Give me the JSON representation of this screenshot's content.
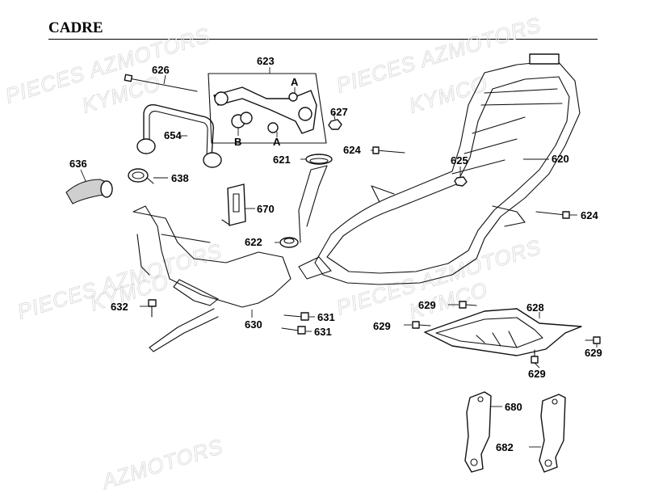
{
  "title": "CADRE",
  "watermarks": [
    "PIECES AZMOTORS",
    "KYMCO",
    "PIECES AZMOTORS",
    "KYMCO",
    "PIECES AZMOTORS",
    "KYMCO",
    "PIECES AZMOTORS",
    "KYMCO",
    "AZMOTORS"
  ],
  "labels": {
    "l626": "626",
    "l623": "623",
    "l627": "627",
    "l654": "654",
    "l636": "636",
    "l638": "638",
    "l621": "621",
    "l624a": "624",
    "l625": "625",
    "l620": "620",
    "l624b": "624",
    "l670": "670",
    "l622": "622",
    "l632": "632",
    "l630": "630",
    "l631a": "631",
    "l631b": "631",
    "l629a": "629",
    "l629b": "629",
    "l628": "628",
    "l629c": "629",
    "l629d": "629",
    "l680": "680",
    "l682": "682",
    "subA1": "A",
    "subA2": "A",
    "subB": "B"
  },
  "colors": {
    "ink": "#111111",
    "watermark": "#dcdcdc",
    "background": "#ffffff"
  }
}
